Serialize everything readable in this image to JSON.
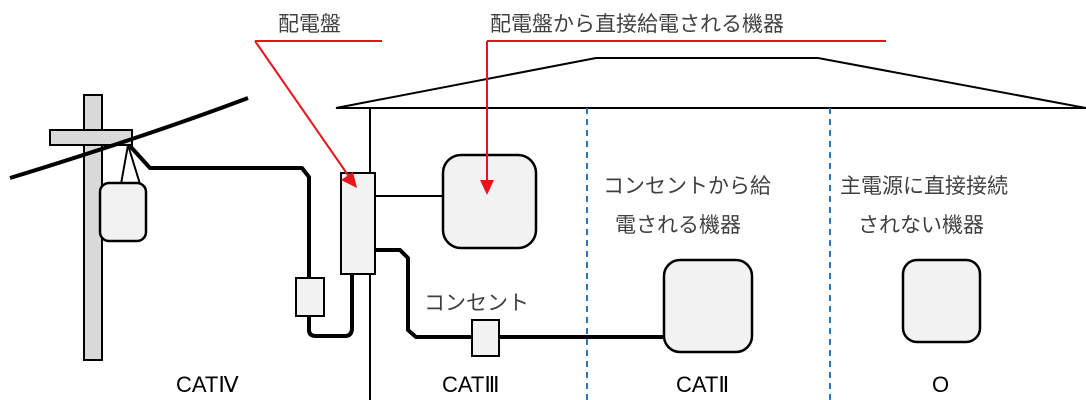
{
  "callouts": {
    "panel": "配電盤",
    "direct_devices": "配電盤から直接給電される機器"
  },
  "labels": {
    "outlet": "コンセント",
    "outlet_devices_line1": "コンセントから給",
    "outlet_devices_line2": "電される機器",
    "not_connected_line1": "主電源に直接接続",
    "not_connected_line2": "されない機器"
  },
  "categories": {
    "cat4": "CATⅣ",
    "cat3": "CATⅢ",
    "cat2": "CATⅡ",
    "cat0": "O"
  },
  "colors": {
    "callout_line": "#e8141c",
    "zone_divider": "#2e75b6",
    "device_fill": "#f2f2f2",
    "pole_fill": "#d9d9d9",
    "text": "#404040"
  }
}
